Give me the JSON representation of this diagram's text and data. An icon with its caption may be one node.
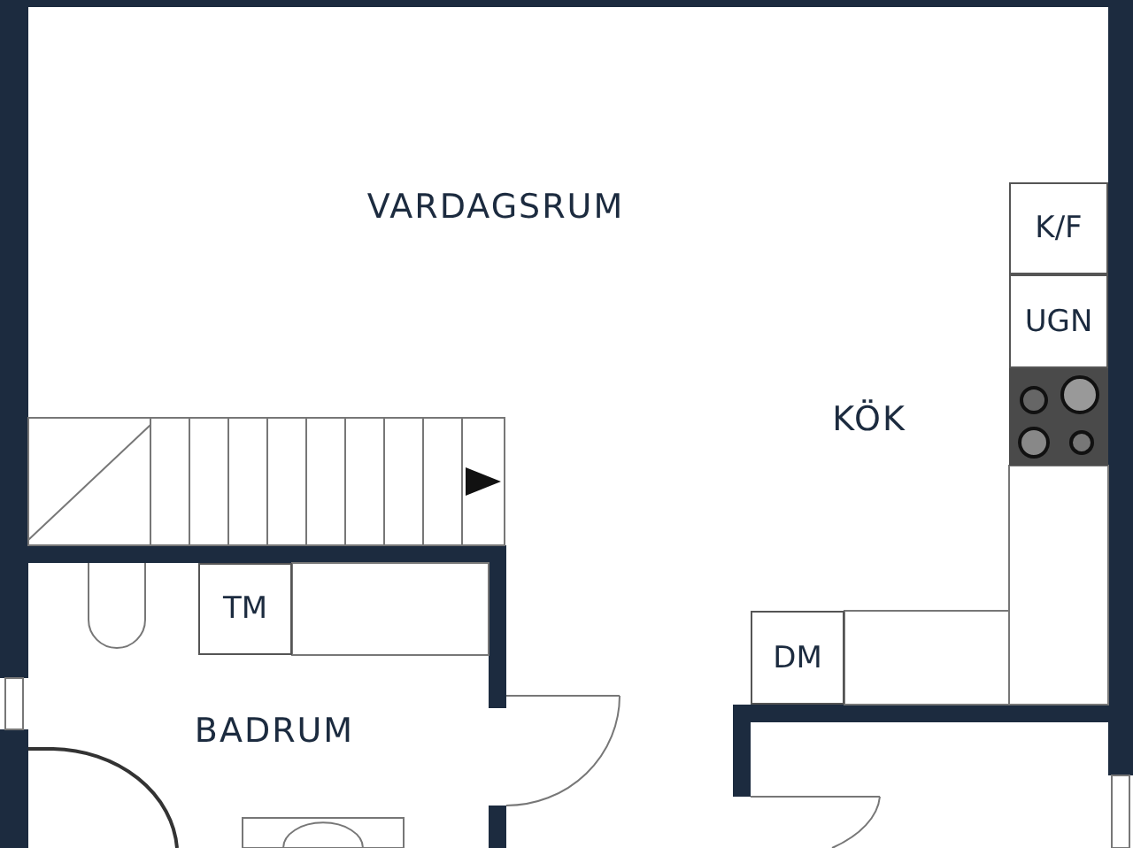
{
  "diagram": {
    "nodes": [
      {
        "text": [
          "K/F"
        ]
      },
      {
        "text": [
          "UGN"
        ]
      },
      {
        "text": [
          "TM"
        ]
      },
      {
        "text": [
          "DM"
        ]
      }
    ],
    "labels": [
      "VARDAGSRUM",
      "KÖK",
      "BADRUM"
    ]
  }
}
